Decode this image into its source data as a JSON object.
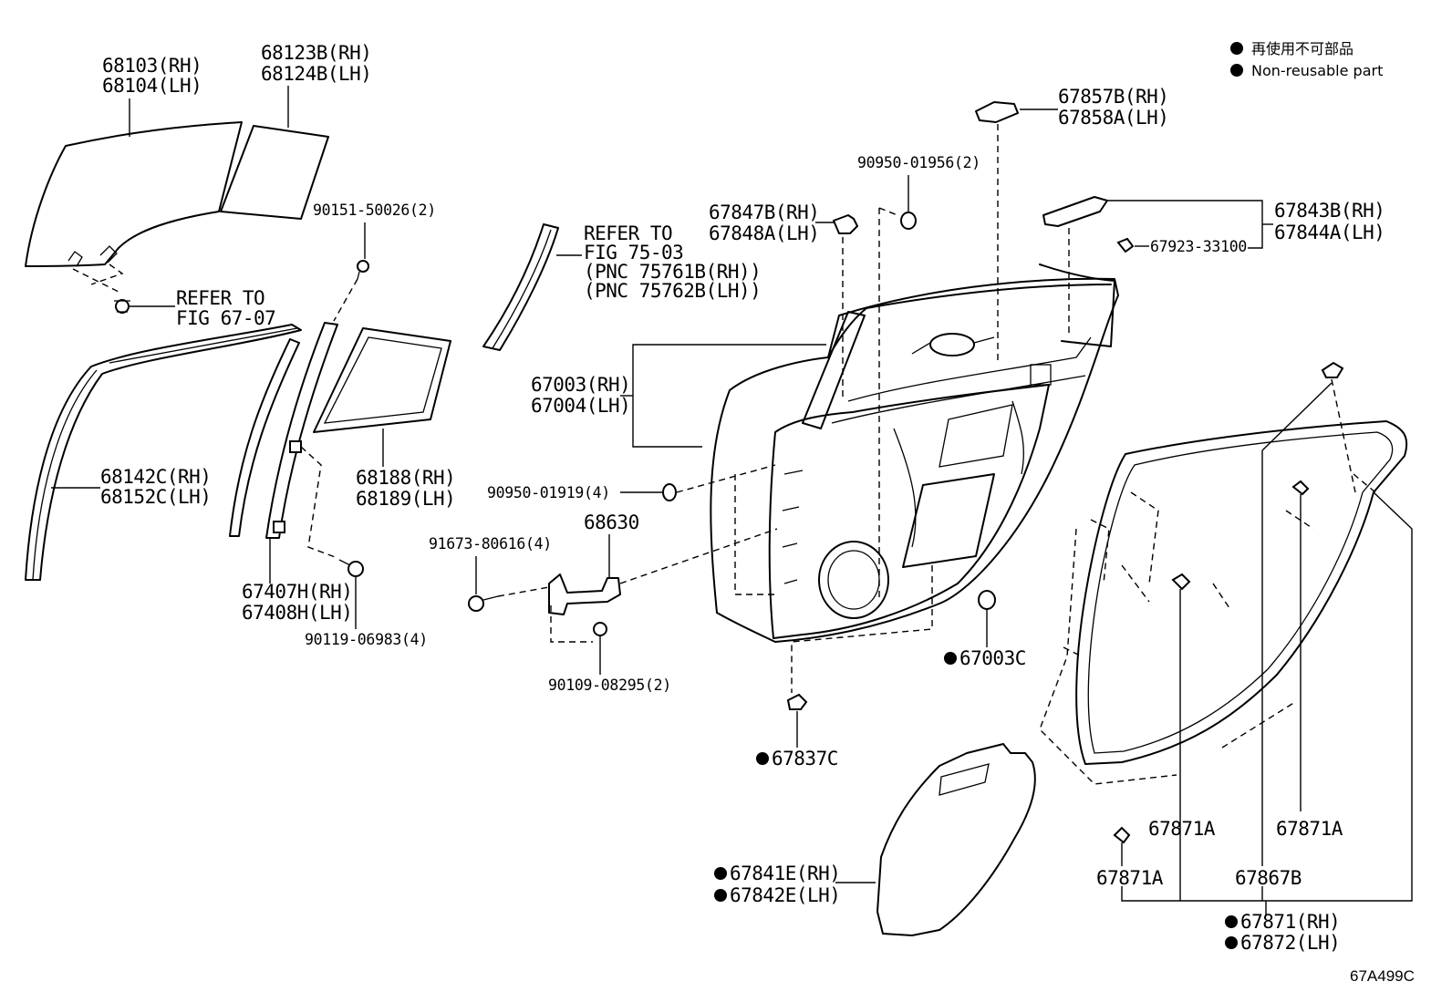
{
  "legend": {
    "label_jp": "再使用不可部品",
    "label_en": "Non-reusable part"
  },
  "figure_code": "67A499C",
  "callouts": {
    "glass_main": [
      "68103(RH)",
      "68104(LH)"
    ],
    "glass_quarter": [
      "68123B(RH)",
      "68124B(LH)"
    ],
    "screw_90151": "90151-50026(2)",
    "refer_67": [
      "REFER TO",
      "FIG 67-07"
    ],
    "refer_75": [
      "REFER TO",
      "FIG 75-03",
      "(PNC 75761B(RH))",
      "(PNC 75762B(LH))"
    ],
    "run_channel": [
      "68142C(RH)",
      "68152C(LH)"
    ],
    "division_bar": [
      "67407H(RH)",
      "67408H(LH)"
    ],
    "bolt_90119": "90119-06983(4)",
    "quarter_frame": [
      "68188(RH)",
      "68189(LH)"
    ],
    "door_panel": [
      "67003(RH)",
      "67004(LH)"
    ],
    "nut_90950_1919": "90950-01919(4)",
    "bolt_91673": "91673-80616(4)",
    "check_68630": "68630",
    "bolt_90109": "90109-08295(2)",
    "nut_90950_1956": "90950-01956(2)",
    "bracket_67847": [
      "67847B(RH)",
      "67848A(LH)"
    ],
    "clip_67857": [
      "67857B(RH)",
      "67858A(LH)"
    ],
    "bracket_67843": [
      "67843B(RH)",
      "67844A(LH)"
    ],
    "clip_67923": "67923-33100",
    "plug_67003C": "67003C",
    "clip_67837C": "67837C",
    "cover_67841": [
      "67841E(RH)",
      "67842E(LH)"
    ],
    "weatherstrip_67871": [
      "67871(RH)",
      "67872(LH)"
    ],
    "clip_67871A_a": "67871A",
    "clip_67871A_b": "67871A",
    "clip_67871A_c": "67871A",
    "clip_67867B": "67867B"
  }
}
